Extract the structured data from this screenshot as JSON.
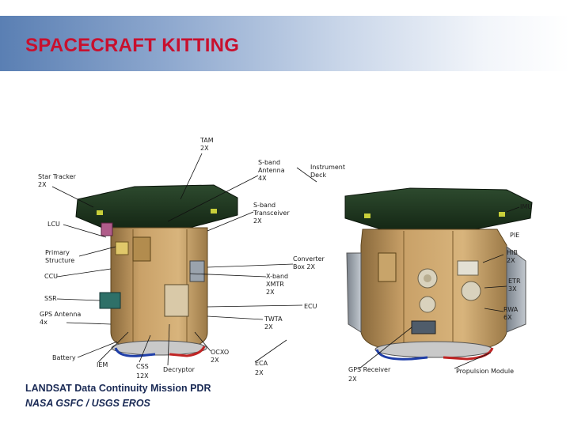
{
  "title": "SPACECRAFT KITTING",
  "footer": {
    "line1": "LANDSAT Data Continuity Mission PDR",
    "line2": "NASA GSFC / USGS EROS"
  },
  "labels": {
    "tam": [
      "TAM",
      "2X"
    ],
    "star_tracker": [
      "Star Tracker",
      "2X"
    ],
    "s_band_antenna": [
      "S-band",
      "Antenna",
      "4X"
    ],
    "instrument_deck": [
      "Instrument",
      "Deck"
    ],
    "s_band_transceiver": [
      "S-band",
      "Transceiver",
      "2X"
    ],
    "imu": [
      "IMU"
    ],
    "lcu": [
      "LCU"
    ],
    "pie": [
      "PIE"
    ],
    "primary_structure": [
      "Primary",
      "Structure"
    ],
    "converter_box": [
      "Converter",
      "Box 2X"
    ],
    "hib": [
      "HIB",
      "2X"
    ],
    "ccu": [
      "CCU"
    ],
    "x_band_xmtr": [
      "X-band",
      "XMTR",
      "2X"
    ],
    "etr": [
      "ETR",
      "3X"
    ],
    "ssr": [
      "SSR"
    ],
    "ecu": [
      "ECU"
    ],
    "rwa": [
      "RWA",
      "6X"
    ],
    "gps_antenna": [
      "GPS Antenna",
      "4x"
    ],
    "twta": [
      "TWTA",
      "2X"
    ],
    "battery": [
      "Battery"
    ],
    "iem": [
      "IEM"
    ],
    "css": [
      "CSS",
      "12X"
    ],
    "decryptor": [
      "Decryptor"
    ],
    "ocxo": [
      "OCXO",
      "2X"
    ],
    "eca": [
      "ECA",
      "2X"
    ],
    "gps_receiver": [
      "GPS Receiver",
      "2X"
    ],
    "propulsion_module": [
      "Propulsion Module"
    ]
  }
}
